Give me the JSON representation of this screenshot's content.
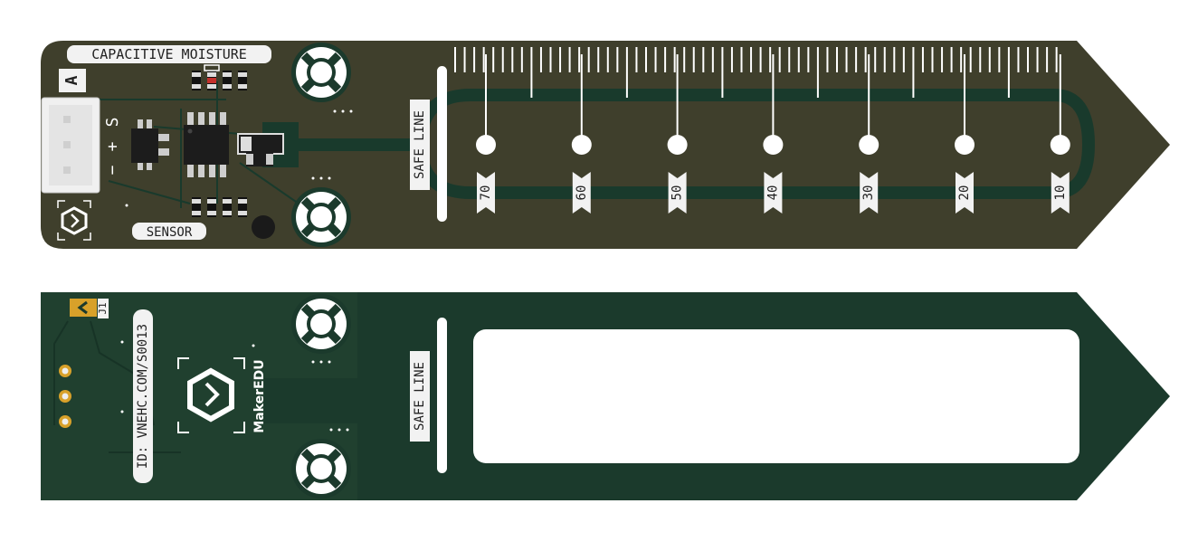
{
  "colors": {
    "board_top": "#3f3f2c",
    "board_bottom": "#1b3a2c",
    "copper_trace": "#193a2c",
    "silkscreen": "#ffffff",
    "connector": "#f0f0f0",
    "ic_body": "#1c1c1c",
    "gold_pad": "#d8a12a",
    "red_mark": "#c4302b"
  },
  "front": {
    "title_label": "CAPACITIVE MOISTURE",
    "subtitle_label": "SENSOR",
    "revision": "A",
    "pin_labels": [
      "S",
      "+",
      "−"
    ],
    "safe_line_label": "SAFE LINE",
    "scale_marks": [
      "70",
      "60",
      "50",
      "40",
      "30",
      "20",
      "10"
    ]
  },
  "back": {
    "jumper_label": "J1",
    "id_label": "ID: VNEHC.COM/S0013",
    "brand": "MakerEDU",
    "safe_line_label": "SAFE LINE"
  }
}
